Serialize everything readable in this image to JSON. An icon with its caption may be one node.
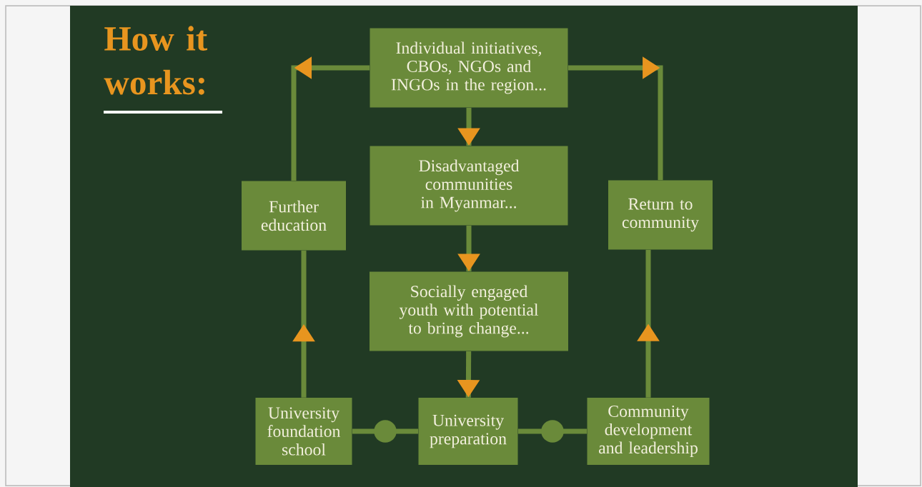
{
  "diagram": {
    "title": "How it works:",
    "nodes": [
      {
        "text": [
          "Individual initiatives, CBOs, NGOs and INGOs in the region..."
        ]
      },
      {
        "text": [
          "Disadvantaged communities in Myanmar..."
        ]
      },
      {
        "text": [
          "Socially engaged youth with potential to bring change..."
        ]
      },
      {
        "text": [
          "Further education"
        ]
      },
      {
        "text": [
          "Return to community"
        ]
      },
      {
        "text": [
          "University foundation school"
        ]
      },
      {
        "text": [
          "University preparation"
        ]
      },
      {
        "text": [
          "Community development and leadership"
        ]
      }
    ],
    "edges": [
      {
        "from": 0,
        "to": 1,
        "arrow": "to"
      },
      {
        "from": 1,
        "to": 2,
        "arrow": "to"
      },
      {
        "from": 2,
        "to": 6,
        "arrow": "to"
      },
      {
        "from": 0,
        "to": 3,
        "arrow": "to"
      },
      {
        "from": 0,
        "to": 4,
        "arrow": "to"
      },
      {
        "from": 5,
        "to": 3,
        "arrow": "to"
      },
      {
        "from": 7,
        "to": 4,
        "arrow": "to"
      },
      {
        "from": 5,
        "to": 6,
        "arrow": "none"
      },
      {
        "from": 6,
        "to": 7,
        "arrow": "none"
      }
    ]
  }
}
